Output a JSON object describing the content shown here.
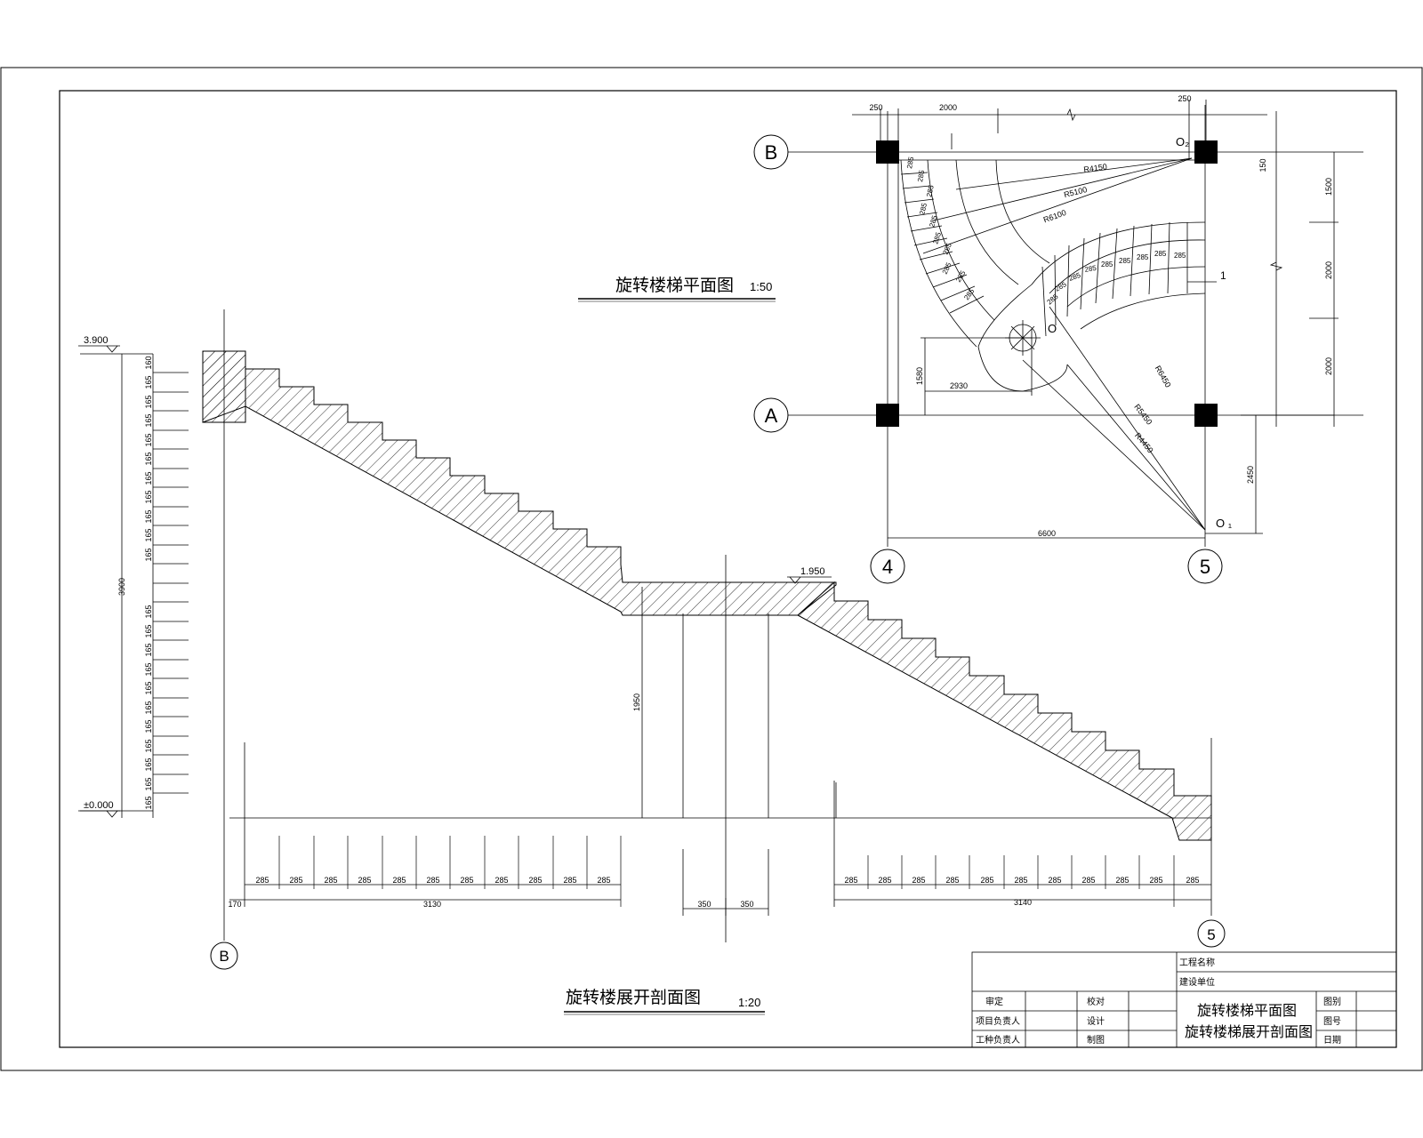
{
  "plan": {
    "title": "旋转楼梯平面图",
    "scale": "1:50",
    "axes": {
      "b": "B",
      "a": "A",
      "c4": "4",
      "c5": "5"
    },
    "centers": {
      "o2": "O₂",
      "o1": "O ₁",
      "o": "O"
    },
    "cut_mark": "1",
    "dims": {
      "top_250_left": "250",
      "top_2000": "2000",
      "top_250_right": "250",
      "right_150": "150",
      "right_1500": "1500",
      "right_2000_a": "2000",
      "right_2000_b": "2000",
      "right_2450": "2450",
      "bottom_6600": "6600",
      "d_2930": "2930",
      "d_1580": "1580"
    },
    "radii": {
      "r4150": "R4150",
      "r5100": "R5100",
      "r6100": "R6100",
      "r6450": "R6450",
      "r5450": "R5450",
      "r4450": "R4450"
    },
    "tread": "285"
  },
  "section": {
    "title": "旋转楼展开剖面图",
    "scale": "1:20",
    "axis_b": "B",
    "axis_5": "5",
    "elev_top": "3.900",
    "elev_mid": "1.950",
    "elev_base": "±0.000",
    "riser": "165",
    "riser_last": "160",
    "total_height": "3900",
    "landing_height": "1950",
    "tread": "285",
    "dim_170": "170",
    "dim_3130": "3130",
    "dim_350_a": "350",
    "dim_350_b": "350",
    "dim_3140": "3140"
  },
  "title_block": {
    "project_name": "工程名称",
    "client": "建设单位",
    "approve": "审定",
    "check": "校对",
    "proj_lead": "项目负责人",
    "design": "设计",
    "discipline_lead": "工种负责人",
    "draw": "制图",
    "sheet_title_1": "旋转楼梯平面图",
    "sheet_title_2": "旋转楼梯展开剖面图",
    "job_no": "图别",
    "sheet_no": "图号",
    "date": "日期"
  }
}
